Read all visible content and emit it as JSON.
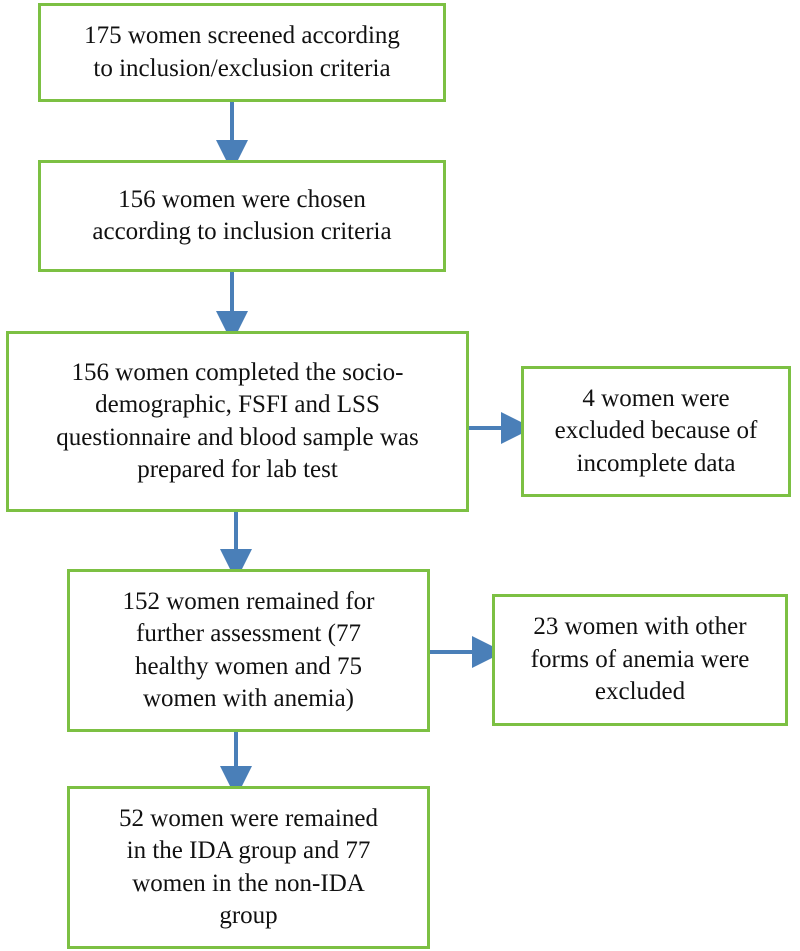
{
  "diagram": {
    "boxes": [
      {
        "id": "screened",
        "text": "175 women screened according\nto inclusion/exclusion criteria"
      },
      {
        "id": "chosen",
        "text": "156 women were chosen\naccording to inclusion criteria"
      },
      {
        "id": "completed",
        "text": "156 women completed the socio-\ndemographic, FSFI and LSS\nquestionnaire and blood sample was\nprepared for lab test"
      },
      {
        "id": "excluded-incomplete",
        "text": "4 women were\nexcluded because of\nincomplete data"
      },
      {
        "id": "remained",
        "text": "152 women remained for\nfurther assessment (77\nhealthy women and 75\nwomen with anemia)"
      },
      {
        "id": "excluded-anemia",
        "text": "23 women with other\nforms of anemia were\nexcluded"
      },
      {
        "id": "final-groups",
        "text": "52 women were remained\nin the IDA group and 77\nwomen in the non-IDA\ngroup"
      }
    ],
    "colors": {
      "box_border": "#7cc043",
      "arrow": "#4a7fb8",
      "text": "#111111"
    }
  }
}
